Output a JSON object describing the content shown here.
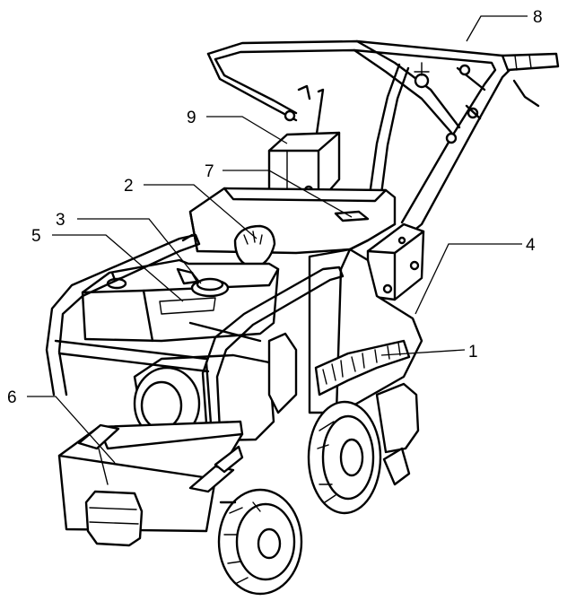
{
  "figure": {
    "callouts": [
      {
        "id": "1",
        "label": "1"
      },
      {
        "id": "2",
        "label": "2"
      },
      {
        "id": "3",
        "label": "3"
      },
      {
        "id": "4",
        "label": "4"
      },
      {
        "id": "5",
        "label": "5"
      },
      {
        "id": "6",
        "label": "6"
      },
      {
        "id": "7",
        "label": "7"
      },
      {
        "id": "8",
        "label": "8"
      },
      {
        "id": "9",
        "label": "9"
      }
    ]
  },
  "colors": {
    "line": "#000000",
    "background": "#ffffff"
  }
}
